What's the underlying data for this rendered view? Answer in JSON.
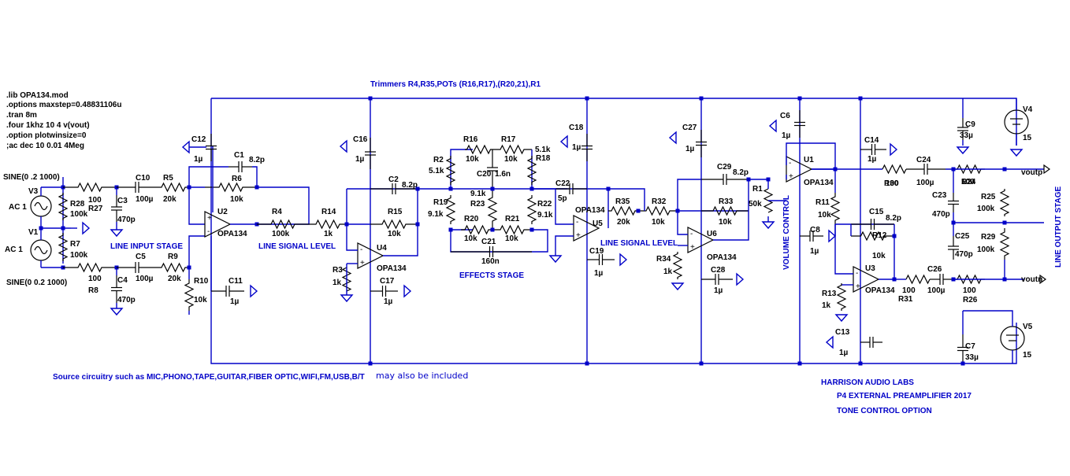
{
  "directives": [
    ".lib OPA134.mod",
    ".options maxstep=0.48831106u",
    ".tran 8m",
    ".four 1khz 10 4 v(vout)",
    ".option plotwinsize=0",
    ";ac dec 10 0.01 4Meg"
  ],
  "notes": {
    "trimmers": "Trimmers R4,R35,POTs (R16,R17),(R20,21),R1",
    "source": "Source circuitry such as MIC,PHONO,TAPE,GUITAR,FIBER OPTIC,WIFI,FM,USB,B/T",
    "source_more": "may also be included"
  },
  "stages": {
    "line_input": "LINE INPUT STAGE",
    "line_level_1": "LINE SIGNAL LEVEL",
    "effects": "EFFECTS STAGE",
    "line_level_2": "LINE SIGNAL LEVEL",
    "volume": "VOLUME CONTROL",
    "output": "LINE OUTPUT STAGE"
  },
  "credits": {
    "company": "HARRISON AUDIO LABS",
    "product": "P4 EXTERNAL PREAMPLIFIER 2017",
    "option": "TONE CONTROL OPTION"
  },
  "sources": {
    "v3": {
      "spec": "SINE(0 .2 1000)",
      "name": "V3",
      "ac": "AC 1"
    },
    "v1": {
      "spec": "SINE(0 0.2 1000)",
      "name": "V1",
      "ac": "AC 1"
    },
    "v4": {
      "name": "V4",
      "value": "15"
    },
    "v5": {
      "name": "V5",
      "value": "15"
    }
  },
  "nets": {
    "voutp": "voutp",
    "voutn": "voutn"
  },
  "components": {
    "R27": {
      "name": "R27",
      "value": "100"
    },
    "R28": {
      "name": "R28",
      "value": "100k"
    },
    "R7": {
      "name": "R7",
      "value": "100k"
    },
    "R8": {
      "name": "R8",
      "value": "100"
    },
    "C10": {
      "name": "C10",
      "value": "100µ"
    },
    "C3": {
      "name": "C3",
      "value": "470p"
    },
    "C5": {
      "name": "C5",
      "value": "100µ"
    },
    "C4": {
      "name": "C4",
      "value": "470p"
    },
    "R5": {
      "name": "R5",
      "value": "20k"
    },
    "R9": {
      "name": "R9",
      "value": "20k"
    },
    "R10": {
      "name": "R10",
      "value": "10k"
    },
    "C12": {
      "name": "C12",
      "value": "1µ"
    },
    "C1": {
      "name": "C1",
      "value": "8.2p"
    },
    "R6": {
      "name": "R6",
      "value": "10k"
    },
    "U2": {
      "name": "U2",
      "value": "OPA134"
    },
    "C11": {
      "name": "C11",
      "value": "1µ"
    },
    "R4": {
      "name": "R4",
      "value": "100k"
    },
    "R14": {
      "name": "R14",
      "value": "1k"
    },
    "C16": {
      "name": "C16",
      "value": "1µ"
    },
    "C2": {
      "name": "C2",
      "value": "8.2p"
    },
    "R15": {
      "name": "R15",
      "value": "10k"
    },
    "U4": {
      "name": "U4",
      "value": "OPA134"
    },
    "R3": {
      "name": "R3",
      "value": "1k"
    },
    "C17": {
      "name": "C17",
      "value": "1µ"
    },
    "R2": {
      "name": "R2",
      "value": "5.1k"
    },
    "R16": {
      "name": "R16",
      "value": "10k"
    },
    "R17": {
      "name": "R17",
      "value": "10k"
    },
    "R18": {
      "name": "R18",
      "value": "5.1k"
    },
    "C20": {
      "name": "C20",
      "value": "1.6n"
    },
    "R19": {
      "name": "R19",
      "value": "9.1k"
    },
    "R23": {
      "name": "R23",
      "value": "9.1k"
    },
    "R22": {
      "name": "R22",
      "value": "9.1k"
    },
    "R20": {
      "name": "R20",
      "value": "10k"
    },
    "R21": {
      "name": "R21",
      "value": "10k"
    },
    "C21": {
      "name": "C21",
      "value": "160n"
    },
    "C18": {
      "name": "C18",
      "value": "1µ"
    },
    "C22": {
      "name": "C22",
      "value": "5p"
    },
    "U5": {
      "name": "U5",
      "value": "OPA134"
    },
    "C19": {
      "name": "C19",
      "value": "1µ"
    },
    "R35": {
      "name": "R35",
      "value": "20k"
    },
    "R32": {
      "name": "R32",
      "value": "10k"
    },
    "C27": {
      "name": "C27",
      "value": "1µ"
    },
    "C29": {
      "name": "C29",
      "value": "8.2p"
    },
    "R33": {
      "name": "R33",
      "value": "10k"
    },
    "U6": {
      "name": "U6",
      "value": "OPA134"
    },
    "R34": {
      "name": "R34",
      "value": "1k"
    },
    "C28": {
      "name": "C28",
      "value": "1µ"
    },
    "R1": {
      "name": "R1",
      "value": "50k"
    },
    "C6": {
      "name": "C6",
      "value": "1µ"
    },
    "U1": {
      "name": "U1",
      "value": "OPA134"
    },
    "R11": {
      "name": "R11",
      "value": "10k"
    },
    "C8": {
      "name": "C8",
      "value": "1µ"
    },
    "C14": {
      "name": "C14",
      "value": "1µ"
    },
    "C15": {
      "name": "C15",
      "value": "8.2p"
    },
    "R12": {
      "name": "R12",
      "value": "10k"
    },
    "U3": {
      "name": "U3",
      "value": "OPA134"
    },
    "R13": {
      "name": "R13",
      "value": "1k"
    },
    "C13": {
      "name": "C13",
      "value": "1µ"
    },
    "R30": {
      "name": "R30",
      "value": "100"
    },
    "C24": {
      "name": "C24",
      "value": "100µ"
    },
    "R24": {
      "name": "R24",
      "value": "100"
    },
    "C23": {
      "name": "C23",
      "value": "470p"
    },
    "R25": {
      "name": "R25",
      "value": "100k"
    },
    "C25": {
      "name": "C25",
      "value": "470p"
    },
    "R29": {
      "name": "R29",
      "value": "100k"
    },
    "R31": {
      "name": "R31",
      "value": "100"
    },
    "C26": {
      "name": "C26",
      "value": "100µ"
    },
    "R26": {
      "name": "R26",
      "value": "100"
    },
    "C9": {
      "name": "C9",
      "value": "33µ"
    },
    "C7": {
      "name": "C7",
      "value": "33µ"
    }
  },
  "colors": {
    "wire": "#0000c8",
    "component": "#000000",
    "background": "#ffffff"
  }
}
